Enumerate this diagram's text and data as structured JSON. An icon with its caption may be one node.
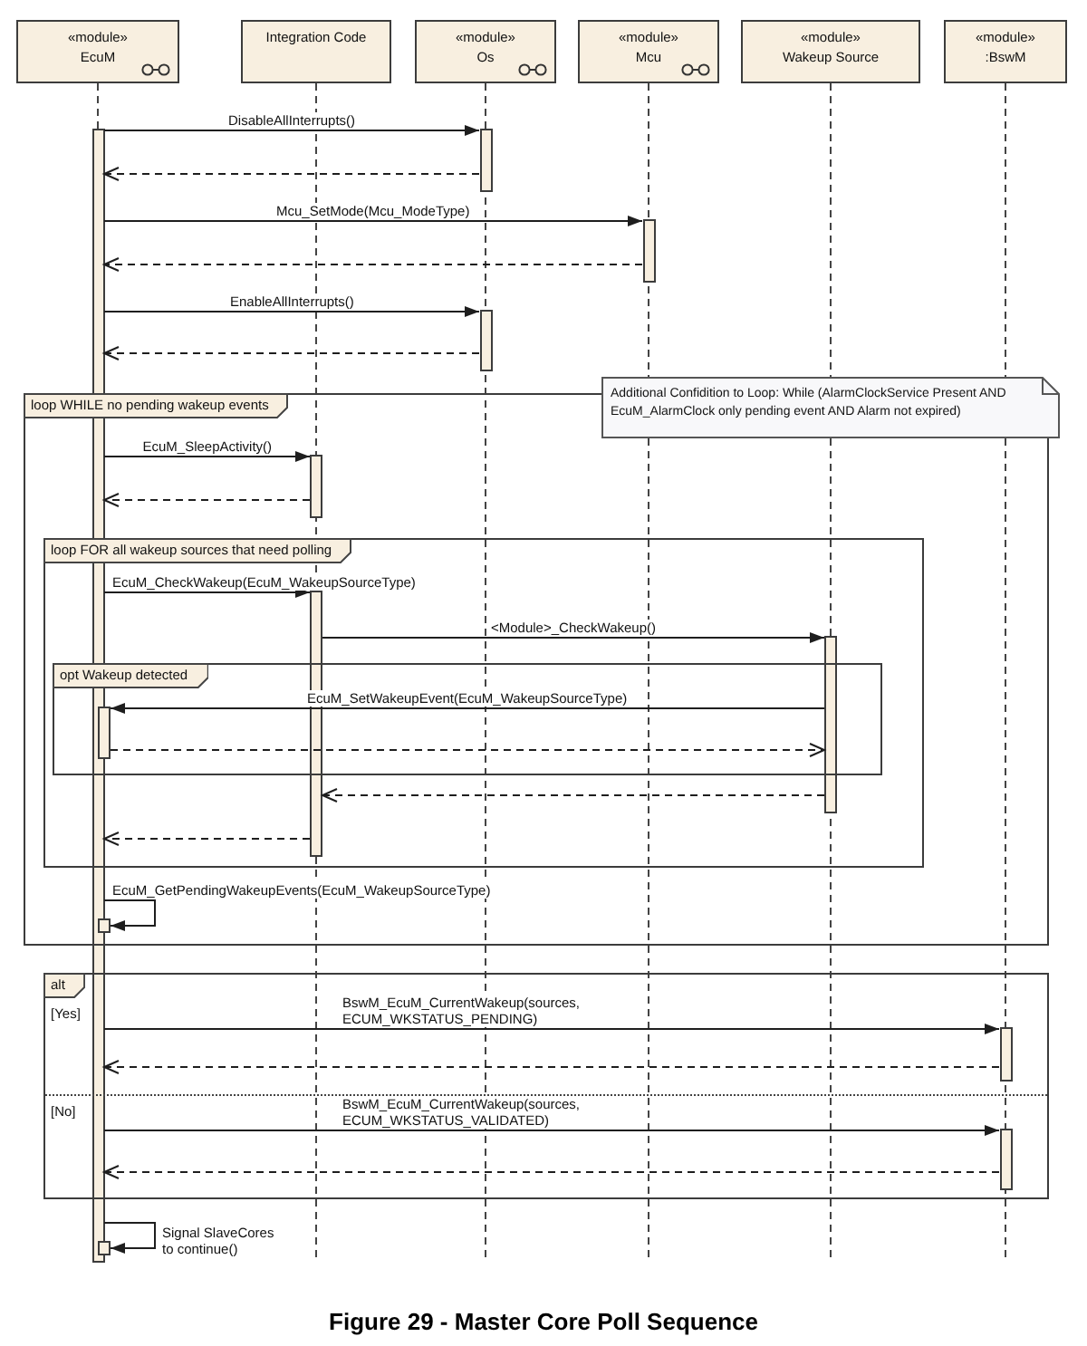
{
  "diagram": {
    "caption": "Figure 29 - Master Core Poll Sequence",
    "nodes": [
      {
        "text": [
          "«module»",
          "EcuM"
        ]
      },
      {
        "text": [
          "Integration Code"
        ]
      },
      {
        "text": [
          "«module»",
          "Os"
        ]
      },
      {
        "text": [
          "«module»",
          "Mcu"
        ]
      },
      {
        "text": [
          "«module»",
          "Wakeup Source"
        ]
      },
      {
        "text": [
          "«module»",
          ":BswM"
        ]
      },
      {
        "text": [],
        "shape": "bar"
      },
      {
        "text": [],
        "shape": "bar"
      },
      {
        "text": [],
        "shape": "bar"
      },
      {
        "text": [],
        "shape": "bar"
      },
      {
        "text": [
          "loop WHILE no pending wakeup events"
        ]
      },
      {
        "text": [
          "Additional Confidition to Loop: While (AlarmClockService Present AND EcuM_AlarmClock only pending event AND Alarm not expired)"
        ]
      },
      {
        "text": [],
        "shape": "bar",
        "in": 10
      },
      {
        "text": [
          "loop FOR all wakeup sources that need polling"
        ],
        "in": 10
      },
      {
        "text": [],
        "shape": "bar",
        "in": 13
      },
      {
        "text": [],
        "shape": "bar",
        "in": 13
      },
      {
        "text": [
          "opt Wakeup detected"
        ],
        "in": 13
      },
      {
        "text": [],
        "shape": "bar",
        "in": 16
      },
      {
        "text": [],
        "shape": "bar",
        "in": 10
      },
      {
        "text": [
          "alt",
          "[Yes]",
          "[No]"
        ]
      },
      {
        "text": [],
        "shape": "bar",
        "in": 19
      },
      {
        "text": [],
        "shape": "bar",
        "in": 19
      },
      {
        "text": [],
        "shape": "bar"
      }
    ],
    "edges": [
      {
        "from": 6,
        "to": 7,
        "arrow": "to",
        "label": "DisableAllInterrupts()"
      },
      {
        "from": 7,
        "to": 6,
        "arrow": "to",
        "style": "dashed"
      },
      {
        "from": 6,
        "to": 8,
        "arrow": "to",
        "label": "Mcu_SetMode(Mcu_ModeType)"
      },
      {
        "from": 8,
        "to": 6,
        "arrow": "to",
        "style": "dashed"
      },
      {
        "from": 6,
        "to": 9,
        "arrow": "to",
        "label": "EnableAllInterrupts()"
      },
      {
        "from": 9,
        "to": 6,
        "arrow": "to",
        "style": "dashed"
      },
      {
        "from": 6,
        "to": 12,
        "arrow": "to",
        "label": "EcuM_SleepActivity()"
      },
      {
        "from": 12,
        "to": 6,
        "arrow": "to",
        "style": "dashed"
      },
      {
        "from": 6,
        "to": 14,
        "arrow": "to",
        "label": "EcuM_CheckWakeup(EcuM_WakeupSourceType)"
      },
      {
        "from": 14,
        "to": 15,
        "arrow": "to",
        "label": "<Module>_CheckWakeup()"
      },
      {
        "from": 15,
        "to": 17,
        "arrow": "to",
        "label": "EcuM_SetWakeupEvent(EcuM_WakeupSourceType)"
      },
      {
        "from": 17,
        "to": 15,
        "arrow": "to",
        "style": "dashed"
      },
      {
        "from": 15,
        "to": 14,
        "arrow": "to",
        "style": "dashed"
      },
      {
        "from": 14,
        "to": 6,
        "arrow": "to",
        "style": "dashed"
      },
      {
        "from": 6,
        "to": 18,
        "arrow": "to",
        "label": "EcuM_GetPendingWakeupEvents(EcuM_WakeupSourceType)"
      },
      {
        "from": 6,
        "to": 20,
        "arrow": "to",
        "label": "BswM_EcuM_CurrentWakeup(sources, ECUM_WKSTATUS_PENDING)"
      },
      {
        "from": 20,
        "to": 6,
        "arrow": "to",
        "style": "dashed"
      },
      {
        "from": 6,
        "to": 21,
        "arrow": "to",
        "label": "BswM_EcuM_CurrentWakeup(sources, ECUM_WKSTATUS_VALIDATED)"
      },
      {
        "from": 21,
        "to": 6,
        "arrow": "to",
        "style": "dashed"
      },
      {
        "from": 6,
        "to": 22,
        "arrow": "to",
        "label": "Signal SlaveCores to continue()"
      }
    ]
  }
}
